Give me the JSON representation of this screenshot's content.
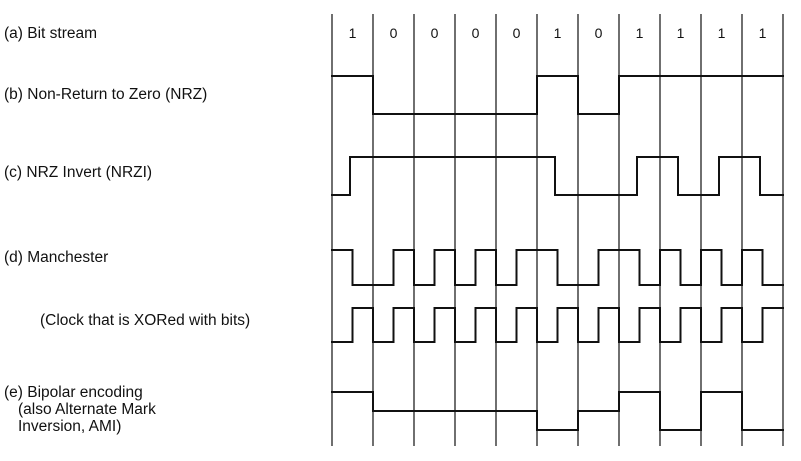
{
  "bits": [
    "1",
    "0",
    "0",
    "0",
    "0",
    "1",
    "0",
    "1",
    "1",
    "1",
    "1"
  ],
  "labels": {
    "bit_stream": "(a) Bit stream",
    "nrz": "(b) Non-Return to Zero (NRZ)",
    "nrzi": "(c) NRZ Invert (NRZI)",
    "manchester": "(d) Manchester",
    "clock": "(Clock that is XORed with bits)",
    "bipolar_line1": "(e) Bipolar encoding",
    "bipolar_line2": "(also Alternate Mark",
    "bipolar_line3": "Inversion, AMI)"
  },
  "signals": {
    "nrz": [
      1,
      0,
      0,
      0,
      0,
      1,
      0,
      1,
      1,
      1,
      1
    ],
    "nrzi": {
      "initial": 0,
      "levels": [
        1,
        1,
        1,
        1,
        1,
        0,
        0,
        1,
        0,
        1,
        0
      ]
    },
    "manchester": [
      [
        1,
        0
      ],
      [
        0,
        1
      ],
      [
        0,
        1
      ],
      [
        0,
        1
      ],
      [
        0,
        1
      ],
      [
        1,
        0
      ],
      [
        0,
        1
      ],
      [
        1,
        0
      ],
      [
        1,
        0
      ],
      [
        1,
        0
      ],
      [
        1,
        0
      ]
    ],
    "clock": [
      [
        0,
        1
      ],
      [
        0,
        1
      ],
      [
        0,
        1
      ],
      [
        0,
        1
      ],
      [
        0,
        1
      ],
      [
        0,
        1
      ],
      [
        0,
        1
      ],
      [
        0,
        1
      ],
      [
        0,
        1
      ],
      [
        0,
        1
      ],
      [
        0,
        1
      ]
    ],
    "bipolar": [
      1,
      0,
      0,
      0,
      0,
      -1,
      0,
      1,
      -1,
      1,
      -1
    ]
  }
}
